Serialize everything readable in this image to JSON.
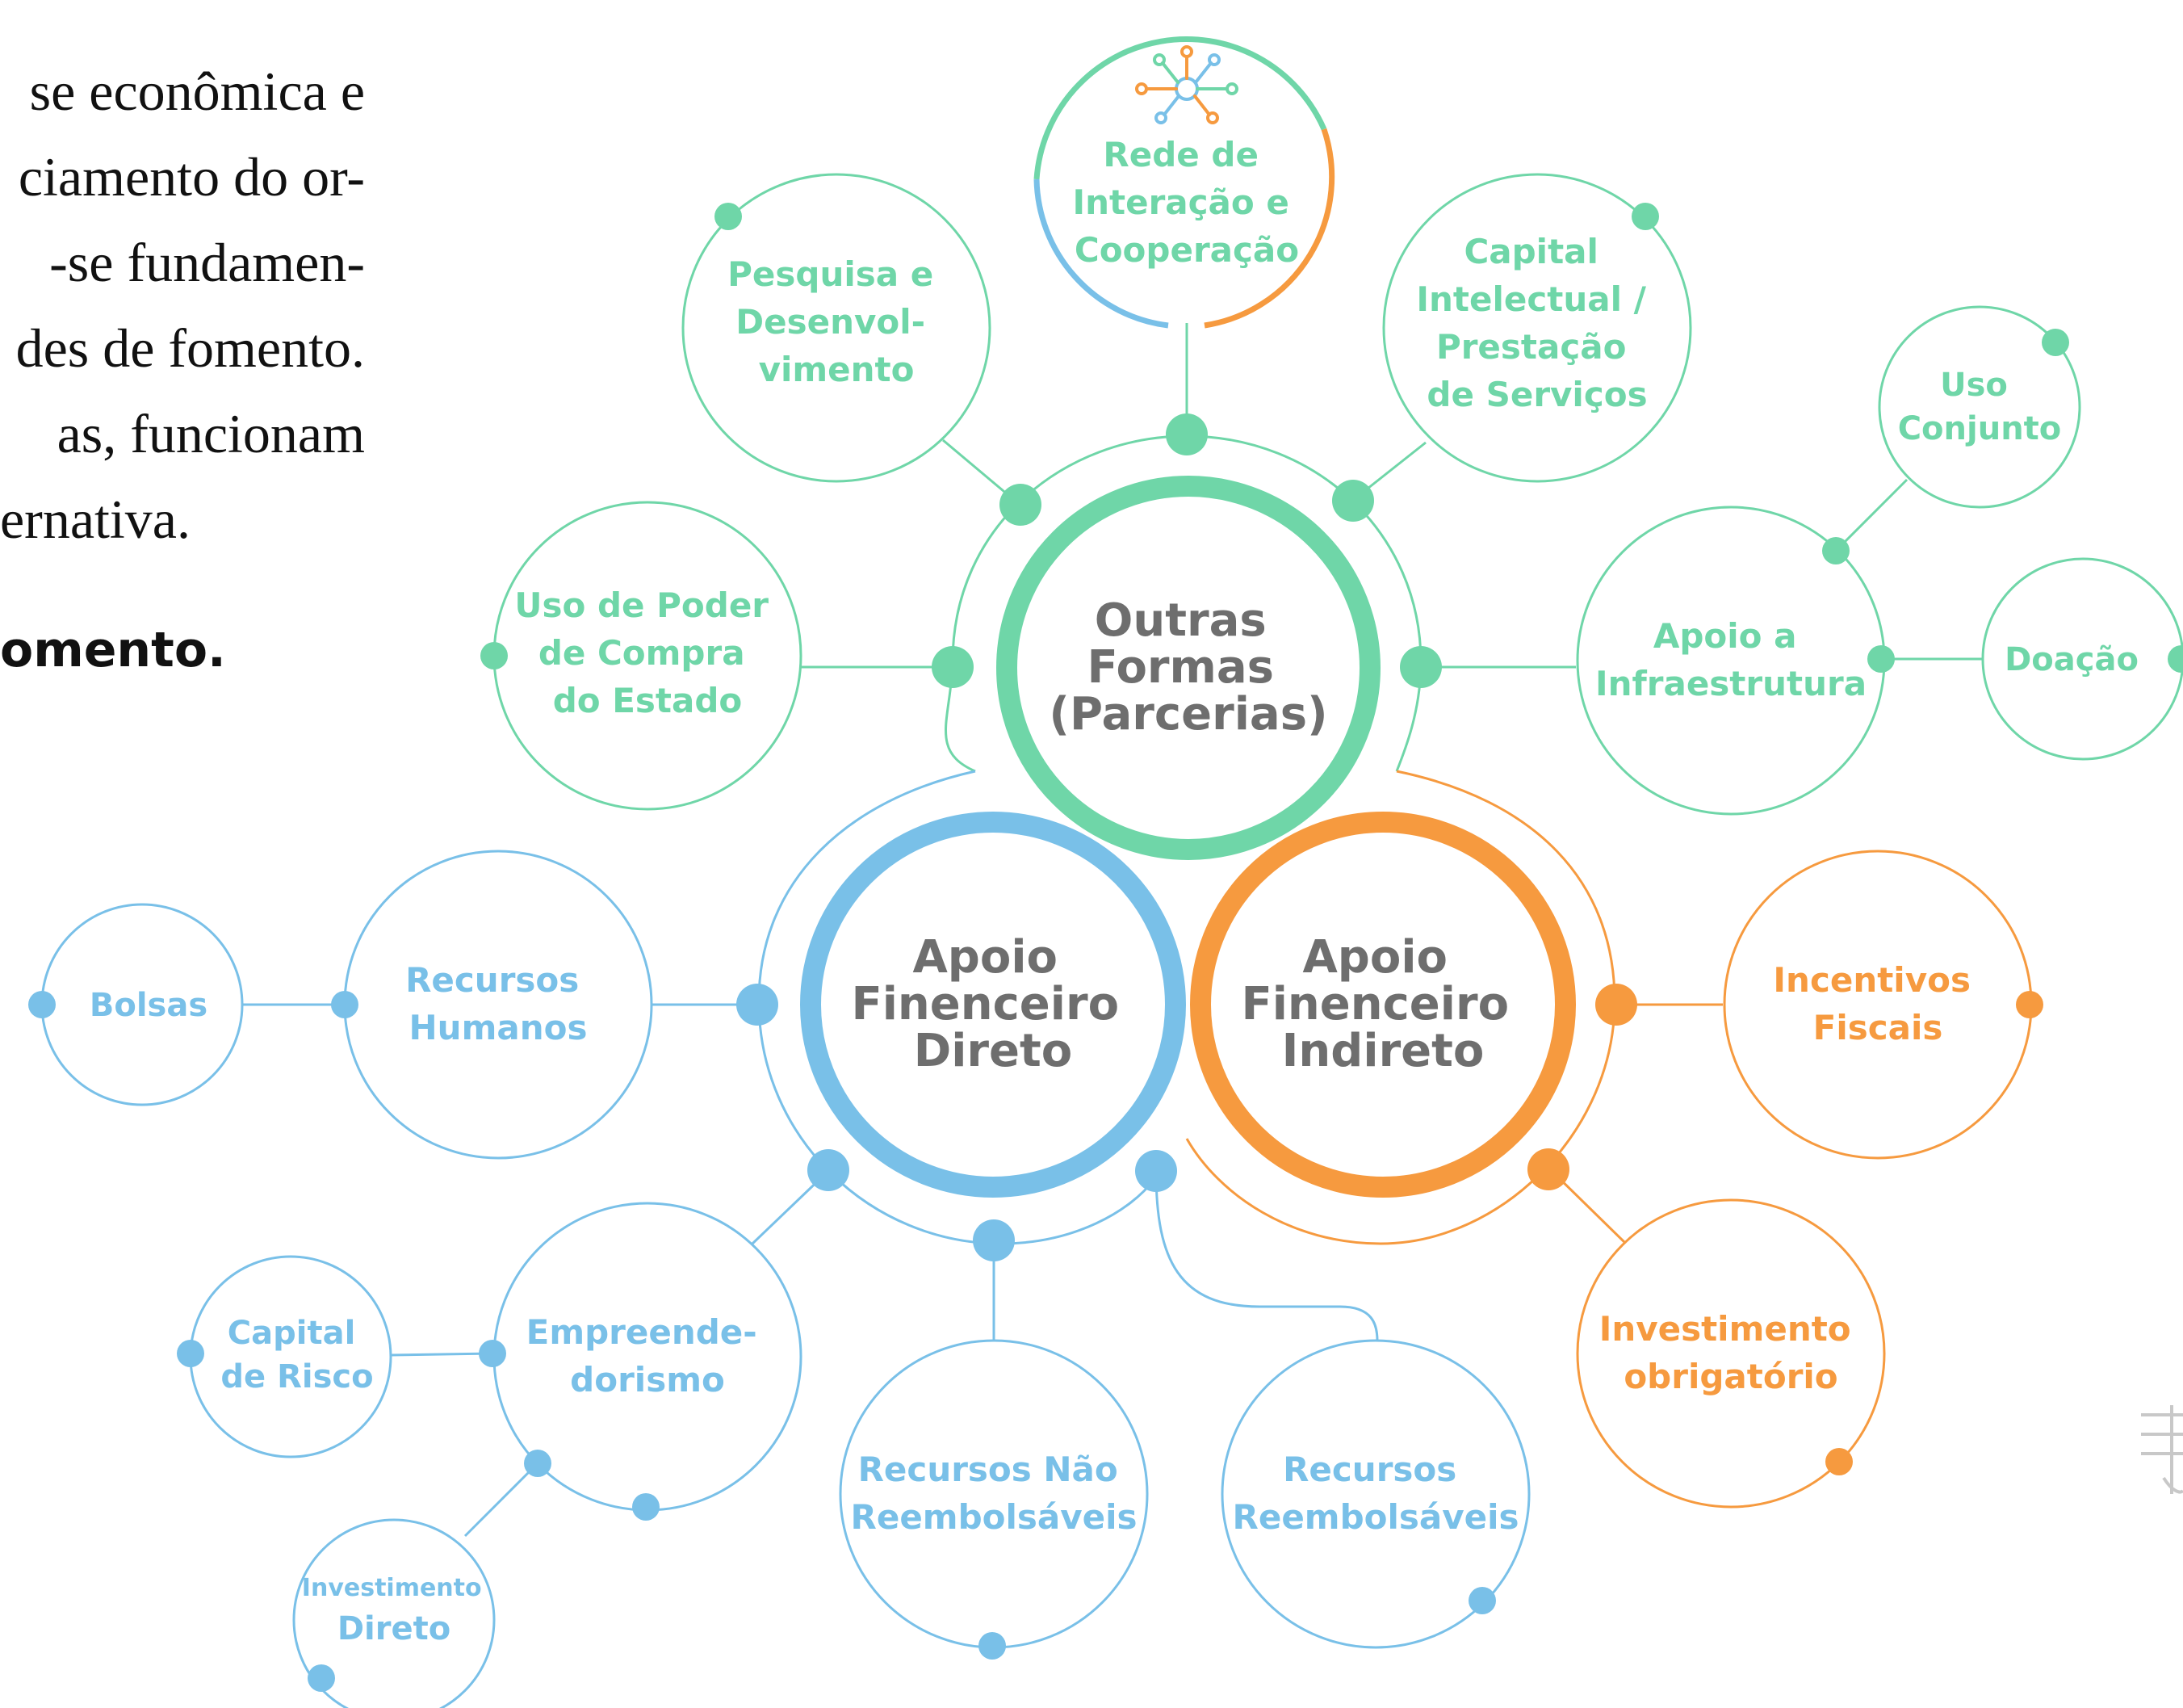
{
  "colors": {
    "green": "#6fd6a8",
    "blue": "#79c0e8",
    "orange": "#f69a3f",
    "hub_text": "#6e6e6e",
    "body_text": "#111111"
  },
  "intro_text": {
    "lines": [
      "se econômica e",
      "ciamento do or-",
      "-se  fundamen-",
      "des de fomento.",
      "as,  funcionam",
      "ernativa."
    ],
    "bold_line": "omento."
  },
  "hubs": {
    "outras": {
      "lines": [
        "Outras",
        "Formas",
        "(Parcerias)"
      ]
    },
    "direto": {
      "lines": [
        "Apoio",
        "Finenceiro",
        "Direto"
      ]
    },
    "indireto": {
      "lines": [
        "Apoio",
        "Finenceiro",
        "Indireto"
      ]
    }
  },
  "nodes": {
    "rede": {
      "icon": "network-icon",
      "lines": [
        "Rede de",
        "Interação e",
        "Cooperação"
      ]
    },
    "pesquisa": {
      "lines": [
        "Pesquisa e",
        "Desenvol-",
        "vimento"
      ]
    },
    "capital_intelectual": {
      "lines": [
        "Capital",
        "Intelectual /",
        "Prestação",
        "de Serviços"
      ]
    },
    "uso_poder": {
      "lines": [
        "Uso de Poder",
        "de Compra",
        "do Estado"
      ]
    },
    "apoio_infra": {
      "lines": [
        "Apoio a",
        "Infraestrutura"
      ]
    },
    "uso_conjunto": {
      "lines": [
        "Uso",
        "Conjunto"
      ]
    },
    "doacao": {
      "lines": [
        "Doação"
      ]
    },
    "recursos_humanos": {
      "lines": [
        "Recursos",
        "Humanos"
      ]
    },
    "bolsas": {
      "lines": [
        "Bolsas"
      ]
    },
    "empreendedorismo": {
      "lines": [
        "Empreende-",
        "dorismo"
      ]
    },
    "capital_risco": {
      "lines": [
        "Capital",
        "de Risco"
      ]
    },
    "investimento_direto": {
      "lines": [
        "Investimento",
        "Direto"
      ]
    },
    "recursos_nao_reemb": {
      "lines": [
        "Recursos Não",
        "Reembolsáveis"
      ]
    },
    "recursos_reemb": {
      "lines": [
        "Recursos",
        "Reembolsáveis"
      ]
    },
    "incentivos": {
      "lines": [
        "Incentivos",
        "Fiscais"
      ]
    },
    "investimento_obrig": {
      "lines": [
        "Investimento",
        "obrigatório"
      ]
    }
  }
}
